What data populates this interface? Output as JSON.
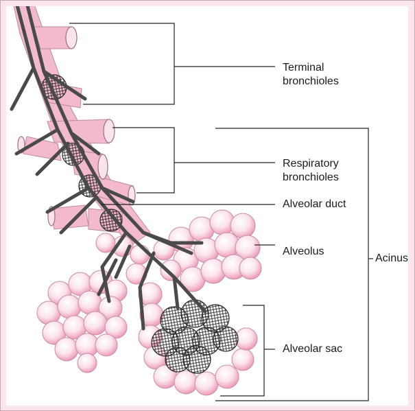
{
  "labels": {
    "terminal": [
      "Terminal",
      "bronchioles"
    ],
    "respiratory": [
      "Respiratory",
      "bronchioles"
    ],
    "alveolar_duct": "Alveolar duct",
    "alveolus": "Alveolus",
    "acinus": "Acinus",
    "alveolar_sac": "Alveolar sac"
  },
  "colors": {
    "tissue": "#f3b9cf",
    "tissue_light": "#fbe3ec",
    "vessel": "#4a4a4a",
    "line": "#222222",
    "border": "#fbe6ee"
  }
}
